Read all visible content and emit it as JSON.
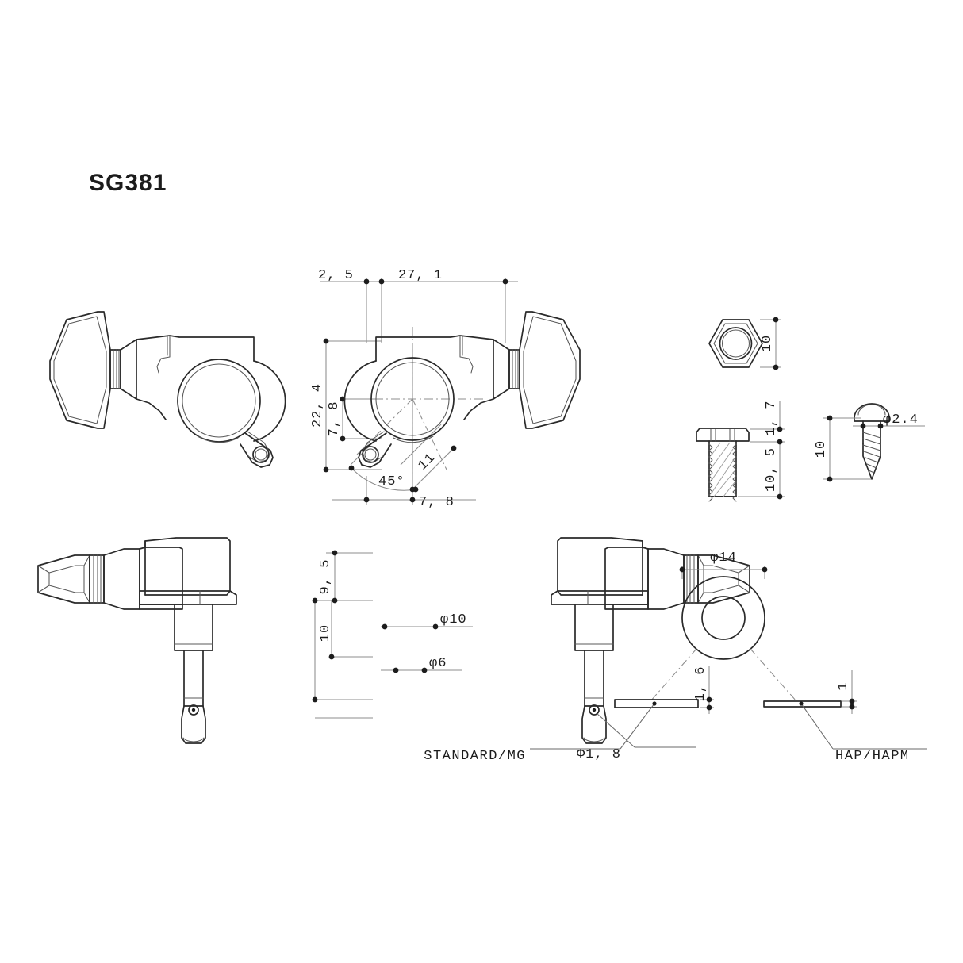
{
  "drawing": {
    "title": "SG381",
    "background_color": "#ffffff",
    "line_color": "#2a2a2a",
    "dimension_line_color": "#8c8c8c"
  },
  "views": [
    {
      "id": "top-left-tuner",
      "name": "tuner-top-view-left-hand"
    },
    {
      "id": "top-mid-tuner",
      "name": "tuner-top-view-dimensioned"
    },
    {
      "id": "hex-nut",
      "name": "hex-nut-top-view"
    },
    {
      "id": "bushing",
      "name": "bushing-side-view"
    },
    {
      "id": "screw",
      "name": "mounting-screw-side-view"
    },
    {
      "id": "bottom-left-tuner",
      "name": "tuner-side-view-left-hand"
    },
    {
      "id": "bottom-mid-tuner",
      "name": "tuner-side-view-dimensioned"
    },
    {
      "id": "washer",
      "name": "washer-top-view"
    },
    {
      "id": "washer-standard",
      "name": "washer-standard-section"
    },
    {
      "id": "washer-hap",
      "name": "washer-hap-section"
    }
  ],
  "dimensions": {
    "top_mid": {
      "width_small": "2, 5",
      "width_total": "27, 1",
      "height_total": "22, 4",
      "height_partial": "7, 8",
      "angle": "45°",
      "offset_diag": "11",
      "width_bottom": "7, 8"
    },
    "hex_nut": {
      "across_flats": "10"
    },
    "bushing": {
      "flange_height": "1, 7",
      "thread_length": "10, 5"
    },
    "screw": {
      "length": "10",
      "diameter": "φ2.4"
    },
    "bottom_mid": {
      "height_body": "9, 5",
      "height_post": "10",
      "post_upper_dia": "φ10",
      "post_lower_dia": "φ6",
      "string_hole": "Φ1, 8"
    },
    "washer": {
      "outer_diameter": "φ14",
      "standard_thickness": "1, 6",
      "hap_thickness": "1"
    }
  },
  "labels": {
    "washer_standard": "STANDARD/MG",
    "washer_hap": "HAP/HAPM"
  }
}
